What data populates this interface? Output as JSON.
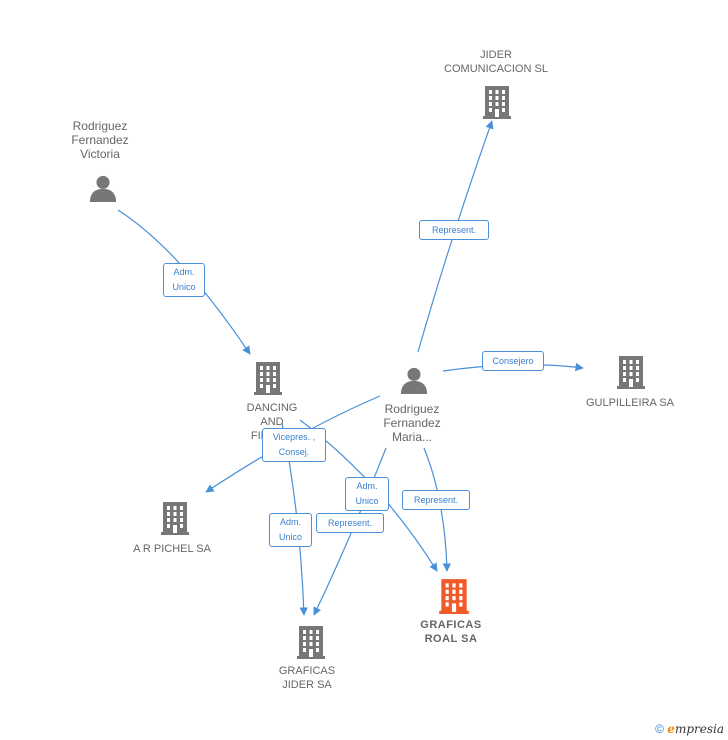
{
  "colors": {
    "edge": "#4a90d9",
    "company": "#777777",
    "company_main": "#f05a28",
    "person": "#777777"
  },
  "nodes": {
    "jider_comunicacion": {
      "label": "JIDER\nCOMUNICACION SL",
      "icon": "building-icon"
    },
    "rodriguez_victoria": {
      "label": "Rodriguez\nFernandez\nVictoria",
      "icon": "person-icon"
    },
    "dancing": {
      "label": "DANCING\nAND\nFINAN...",
      "icon": "building-icon"
    },
    "rodriguez_maria": {
      "label": "Rodriguez\nFernandez\nMaria...",
      "icon": "person-icon"
    },
    "gulpilleira": {
      "label": "GULPILLEIRA SA",
      "icon": "building-icon"
    },
    "ar_pichel": {
      "label": "A R PICHEL SA",
      "icon": "building-icon"
    },
    "graficas_roal": {
      "label": "GRAFICAS\nROAL SA",
      "icon": "building-icon"
    },
    "graficas_jider": {
      "label": "GRAFICAS\nJIDER SA",
      "icon": "building-icon"
    }
  },
  "edges": {
    "adm_unico_1": "Adm.\nUnico",
    "represent_1": "Represent.",
    "consejero": "Consejero",
    "vicepres": "Vicepres. ,\nConsej.",
    "adm_unico_2": "Adm.\nUnico",
    "represent_2": "Represent.",
    "adm_unico_3": "Adm.\nUnico",
    "represent_3": "Represent."
  },
  "footer": {
    "copyright": "©",
    "brand_first": "e",
    "brand_rest": "mpresia"
  }
}
